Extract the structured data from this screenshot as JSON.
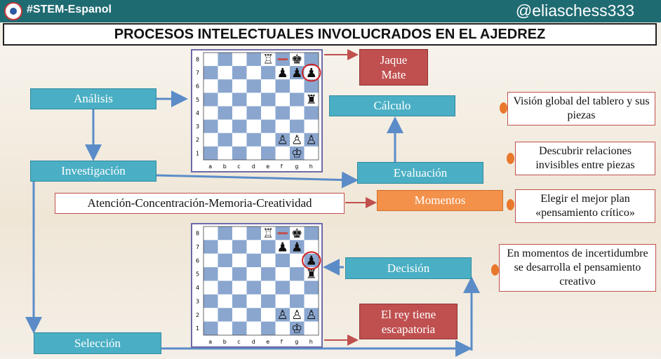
{
  "header": {
    "hashtag": "#STEM-Espanol",
    "handle": "@eliaschess333"
  },
  "title": "PROCESOS INTELECTUALES INVOLUCRADOS  EN EL AJEDREZ",
  "flow_boxes": {
    "analisis": "Análisis",
    "investigacion": "Investigación",
    "seleccion": "Selección",
    "calculo": "Cálculo",
    "evaluacion": "Evaluación",
    "decision": "Decisión",
    "momentos": "Momentos",
    "atencion": "Atención-Concentración-Memoria-Creatividad",
    "jaque_mate": "Jaque\nMate",
    "rey_escapatoria": "El rey tiene\nescapatoria"
  },
  "notes": [
    "Visión global del tablero y sus piezas",
    "Descubrir relaciones invisibles entre piezas",
    "Elegir el mejor plan «pensamiento crítico»",
    "En momentos de incertidumbre se desarrolla el pensamiento creativo"
  ],
  "board": {
    "files": [
      "a",
      "b",
      "c",
      "d",
      "e",
      "f",
      "g",
      "h"
    ],
    "ranks": [
      "8",
      "7",
      "6",
      "5",
      "4",
      "3",
      "2",
      "1"
    ],
    "colors": {
      "dark": "#8aa6cf",
      "light": "#ffffff",
      "border": "#6d6aa8"
    },
    "top_pieces": [
      {
        "sq": "e8",
        "p": "♖"
      },
      {
        "sq": "g8",
        "p": "♚"
      },
      {
        "sq": "f7",
        "p": "♟"
      },
      {
        "sq": "g7",
        "p": "♟"
      },
      {
        "sq": "h7",
        "p": "♟"
      },
      {
        "sq": "h5",
        "p": "♜"
      },
      {
        "sq": "f2",
        "p": "♙"
      },
      {
        "sq": "g2",
        "p": "♙"
      },
      {
        "sq": "h2",
        "p": "♙"
      },
      {
        "sq": "g1",
        "p": "♔"
      }
    ],
    "bottom_pieces": [
      {
        "sq": "e8",
        "p": "♖"
      },
      {
        "sq": "g8",
        "p": "♚"
      },
      {
        "sq": "f7",
        "p": "♟"
      },
      {
        "sq": "g7",
        "p": "♟"
      },
      {
        "sq": "h6",
        "p": "♟"
      },
      {
        "sq": "h5",
        "p": "♜"
      },
      {
        "sq": "f2",
        "p": "♙"
      },
      {
        "sq": "g2",
        "p": "♙"
      },
      {
        "sq": "h2",
        "p": "♙"
      },
      {
        "sq": "g1",
        "p": "♔"
      }
    ],
    "top_highlight": "h7",
    "bottom_highlight": "h6"
  },
  "colors": {
    "teal": "#4aafc4",
    "red": "#c05050",
    "orange": "#f3914a",
    "arrow_blue": "#5b8cc8",
    "arrow_red": "#c0504d"
  }
}
